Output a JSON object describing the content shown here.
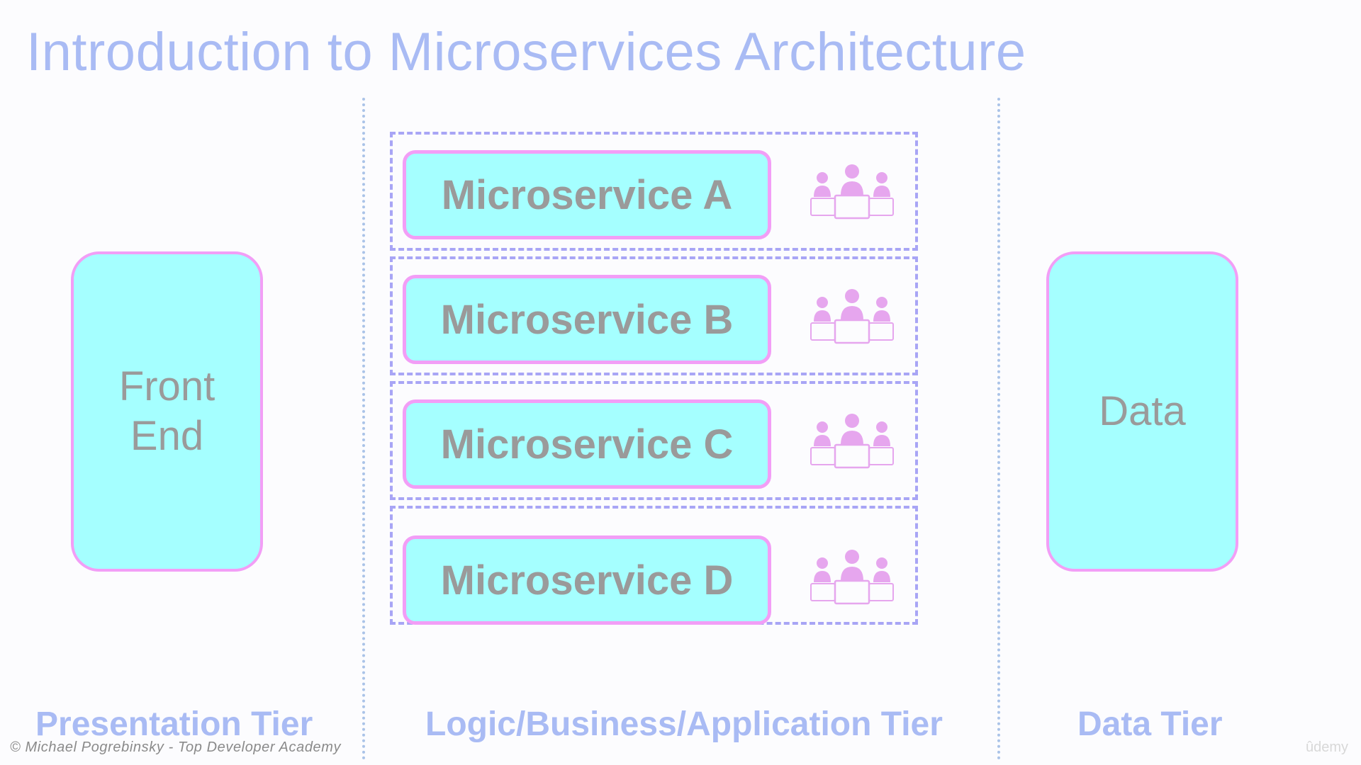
{
  "title": "Introduction to Microservices Architecture",
  "front_end": {
    "line1": "Front",
    "line2": "End"
  },
  "data_box": {
    "label": "Data"
  },
  "microservices": [
    {
      "label": "Microservice A",
      "icon": "team-icon"
    },
    {
      "label": "Microservice B",
      "icon": "team-icon"
    },
    {
      "label": "Microservice C",
      "icon": "team-icon"
    },
    {
      "label": "Microservice D",
      "icon": "team-icon"
    }
  ],
  "tiers": {
    "presentation": "Presentation Tier",
    "logic": "Logic/Business/Application Tier",
    "data": "Data Tier"
  },
  "footer": {
    "copyright": "© Michael Pogrebinsky - Top Developer Academy",
    "watermark": "ûdemy"
  },
  "colors": {
    "box_fill": "#a5ffff",
    "box_border": "#f29ef6",
    "title": "#a9bbf4",
    "dashed_group": "#a8a5f5",
    "icon": "#e6a6ee"
  }
}
